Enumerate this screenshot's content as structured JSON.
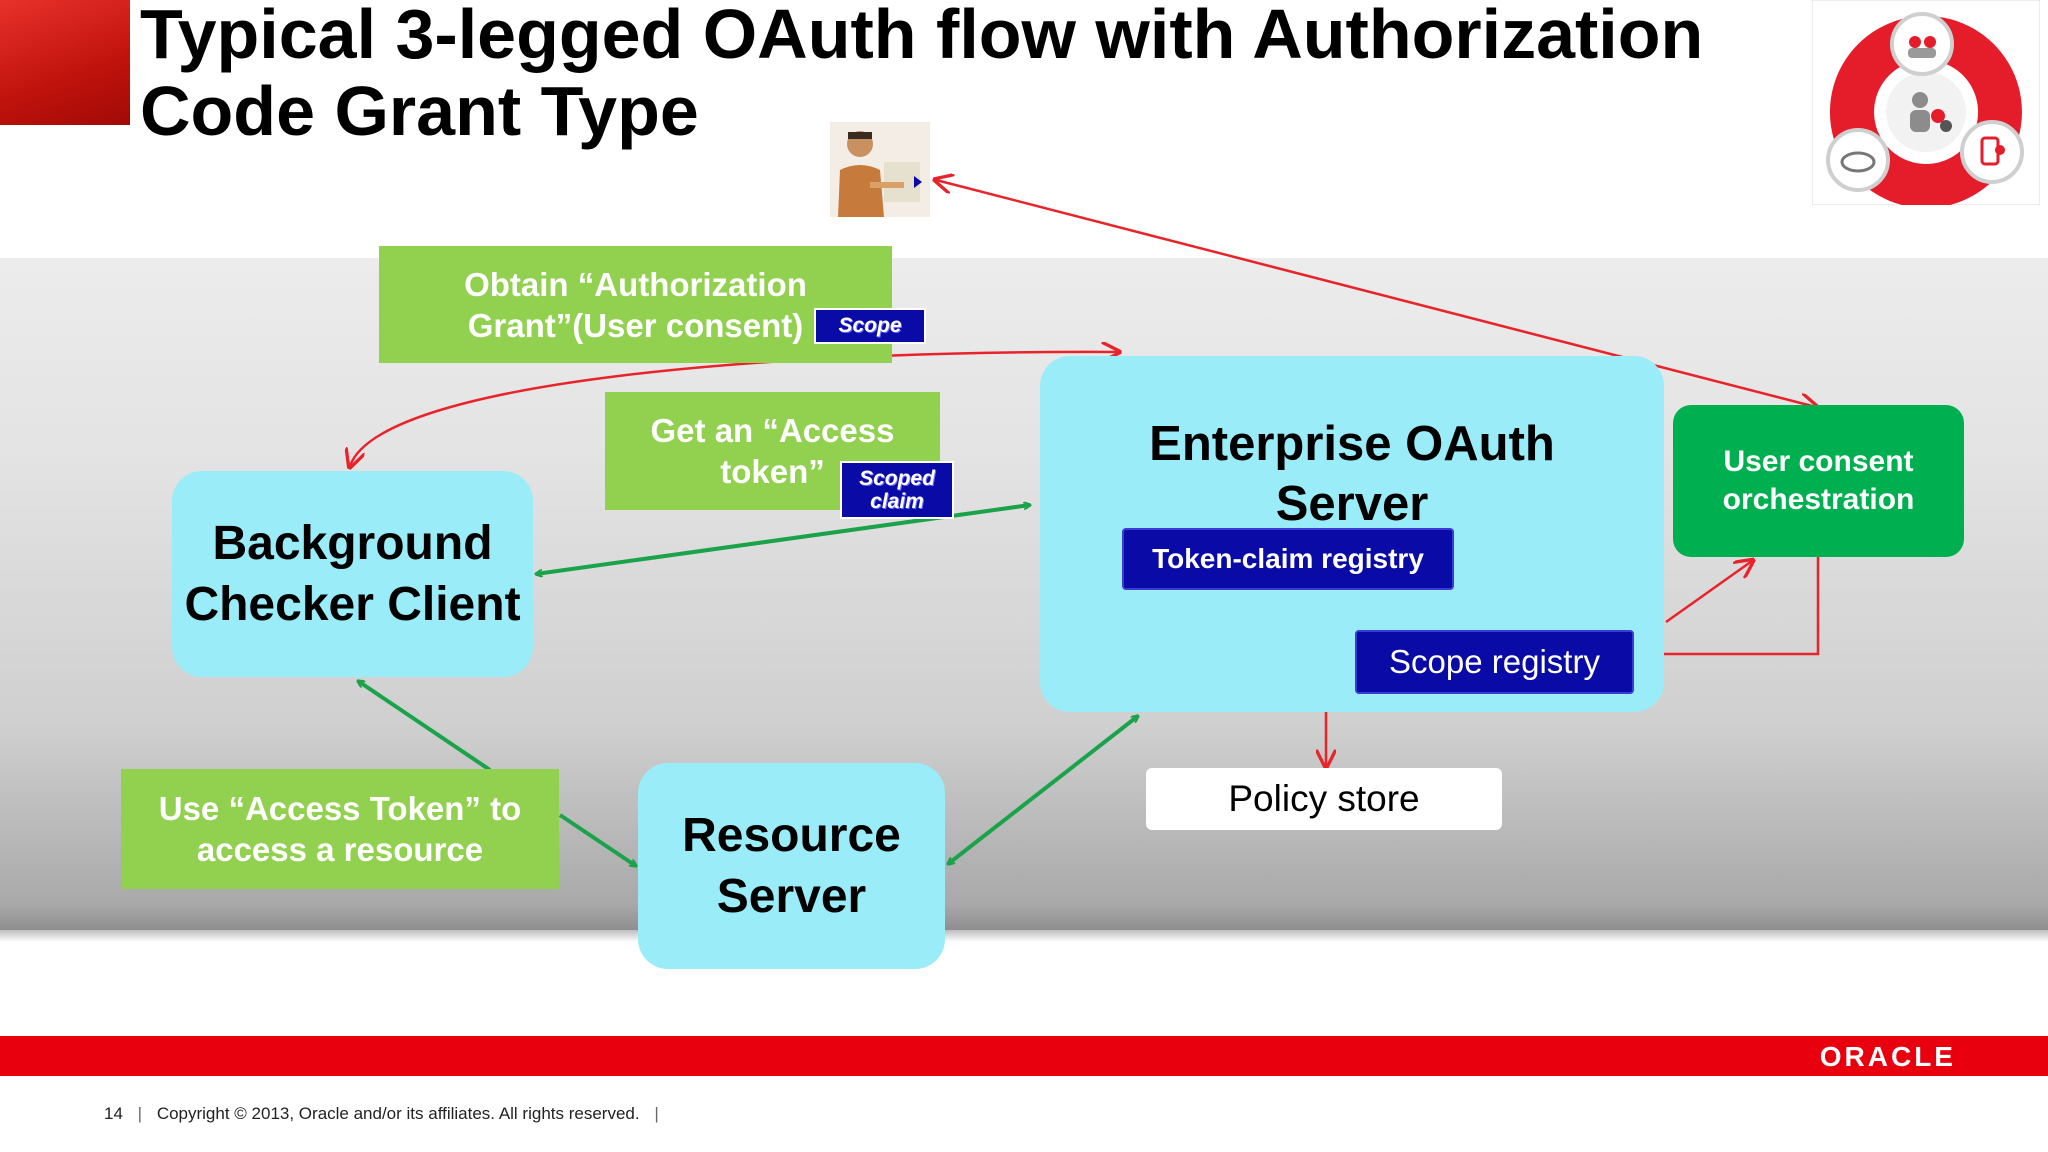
{
  "slide": {
    "title": "Typical 3-legged OAuth flow with Authorization Code Grant Type",
    "page_number": "14",
    "copyright": "Copyright © 2013, Oracle and/or its affiliates. All rights reserved.",
    "brand": "ORACLE"
  },
  "labels": {
    "obtain_grant": "Obtain “Authorization Grant”(User consent)",
    "scope_tag": "Scope",
    "get_token": "Get an “Access token”",
    "scoped_claim_1": "Scoped",
    "scoped_claim_2": "claim",
    "use_token": "Use “Access Token” to access a resource"
  },
  "nodes": {
    "client": "Background Checker Client",
    "oauth_server": "Enterprise OAuth Server",
    "token_registry": "Token-claim registry",
    "scope_registry": "Scope registry",
    "consent": "User consent orchestration",
    "resource_server": "Resource Server",
    "policy_store": "Policy store"
  },
  "colors": {
    "red_accent": "#e8000f",
    "label_green": "#92d050",
    "node_cyan": "#99ecf8",
    "registry_navy": "#0a0aa6",
    "consent_green": "#00b050",
    "arrow_green": "#1aa34a",
    "arrow_red": "#e8242a"
  }
}
